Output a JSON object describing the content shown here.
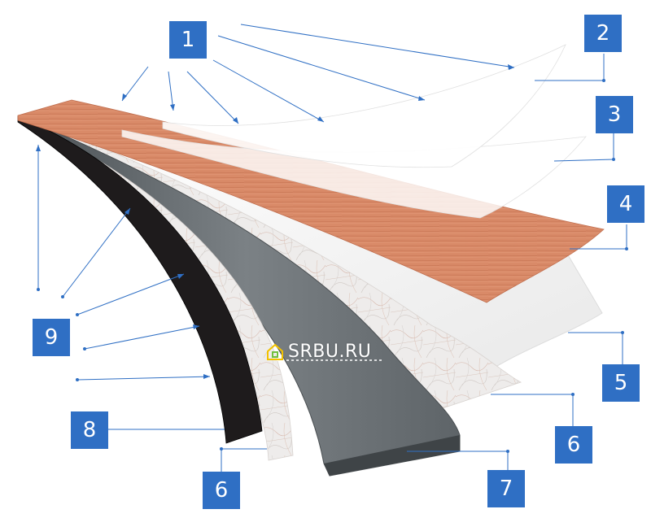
{
  "figure": {
    "labels": {
      "l1": "1",
      "l2": "2",
      "l3": "3",
      "l4": "4",
      "l5": "5",
      "l6_right": "6",
      "l6_left": "6",
      "l7": "7",
      "l8": "8",
      "l9": "9"
    },
    "watermark": "SRBU.RU"
  },
  "colors": {
    "badge": "#2f6fc4",
    "leader": "#2f6fc4",
    "wood": "#d98a68",
    "base_gray": "#6e7478",
    "black_layer": "#1e1b1c",
    "fiber_layer": "#ecebea",
    "white_layer": "#f6f6f6"
  }
}
